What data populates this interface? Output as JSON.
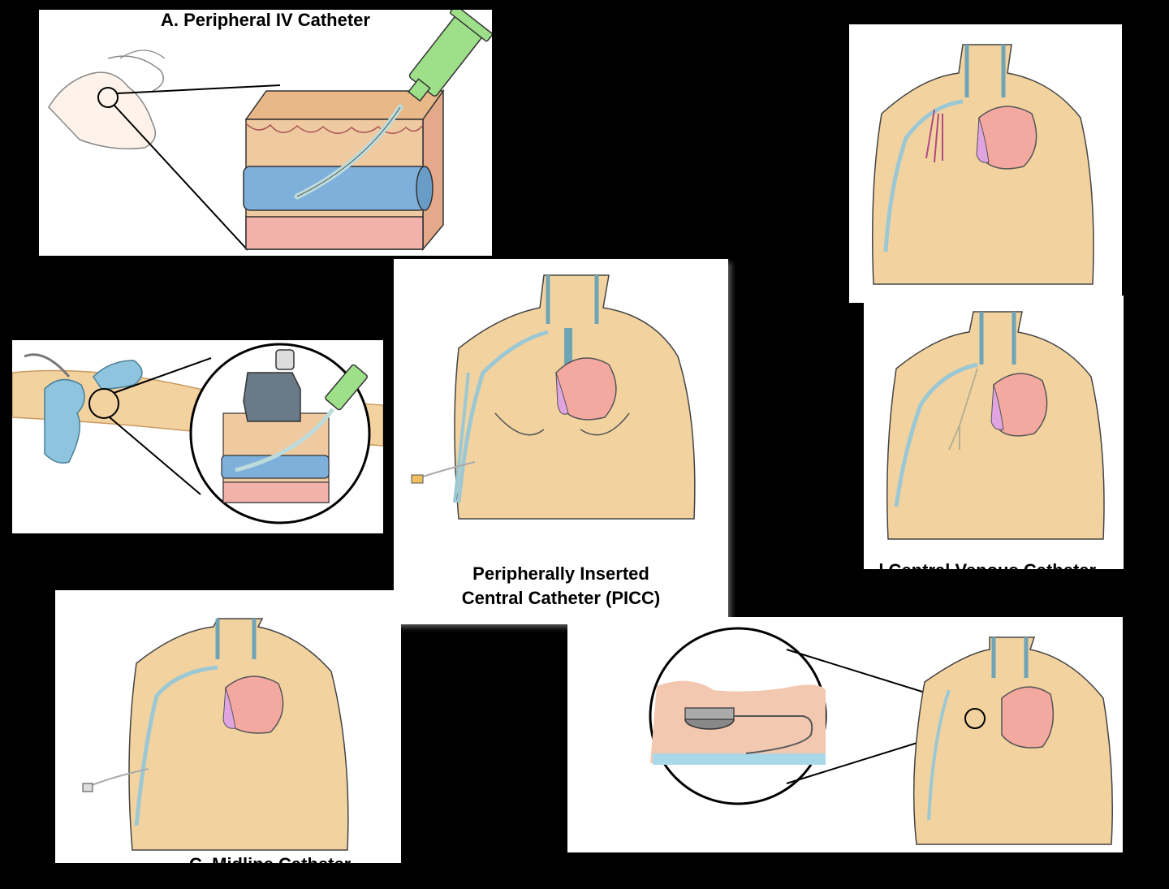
{
  "panels": {
    "peripheral_iv": {
      "title": "A. Peripheral IV Catheter"
    },
    "picc": {
      "line1": "Peripherally Inserted",
      "line2": "Central Catheter (PICC)"
    },
    "midline": {
      "title": "C. Midline Catheter"
    },
    "top_right": {
      "title": "...ral Venous Catheter"
    },
    "middle_right": {
      "title": "...l Central Venous Catheter"
    }
  },
  "colors": {
    "skin": "#f2d3a0",
    "skin_shadow": "#e2b77a",
    "vessel": "#a9cfd8",
    "vein_tube": "#7fb0dc",
    "heart_pink": "#f4a9a0",
    "heart_purple": "#e0a4e0",
    "syringe_green": "#9ee08a",
    "muscle": "#f2b2ac"
  }
}
